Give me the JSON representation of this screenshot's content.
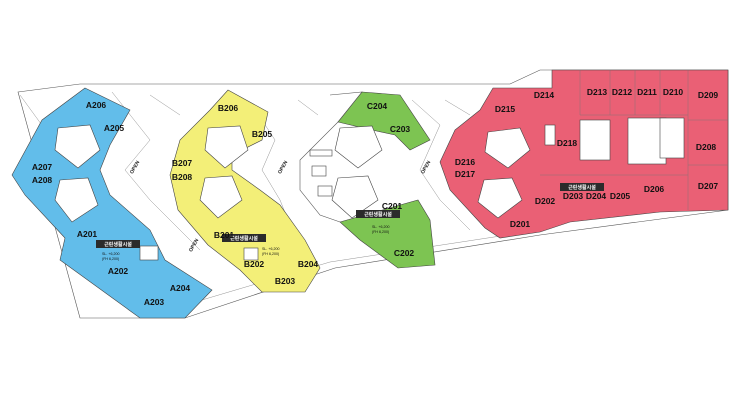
{
  "colors": {
    "zone_a": "#62bdea",
    "zone_b": "#f3ef78",
    "zone_c": "#7dc452",
    "zone_d": "#ea6075",
    "outline": "#555555",
    "label_box": "#2b2b2b"
  },
  "zones": {
    "a": {
      "units": [
        "A206",
        "A205",
        "A207",
        "A208",
        "A201",
        "A202",
        "A204",
        "A203"
      ],
      "facility_label": "근린생활시설",
      "level_text": "SL. +6,200",
      "level_text_2": "(FH 6,200)"
    },
    "b": {
      "units": [
        "B206",
        "B205",
        "B207",
        "B208",
        "B201",
        "B202",
        "B204",
        "B203"
      ],
      "facility_label": "근린생활시설",
      "level_text": "SL. +6,200",
      "level_text_2": "(FH 6,200)"
    },
    "c": {
      "units": [
        "C204",
        "C203",
        "C201",
        "C202"
      ],
      "facility_label": "근린생활시설",
      "level_text": "SL. +6,200",
      "level_text_2": "(FH 6,200)"
    },
    "d": {
      "units": [
        "D214",
        "D213",
        "D212",
        "D211",
        "D210",
        "D209",
        "D215",
        "D218",
        "D216",
        "D217",
        "D208",
        "D202",
        "D203",
        "D204",
        "D205",
        "D206",
        "D207",
        "D201"
      ],
      "facility_label": "근린생활시설"
    }
  },
  "openings": [
    "OPEN",
    "OPEN",
    "OPEN",
    "OPEN"
  ]
}
